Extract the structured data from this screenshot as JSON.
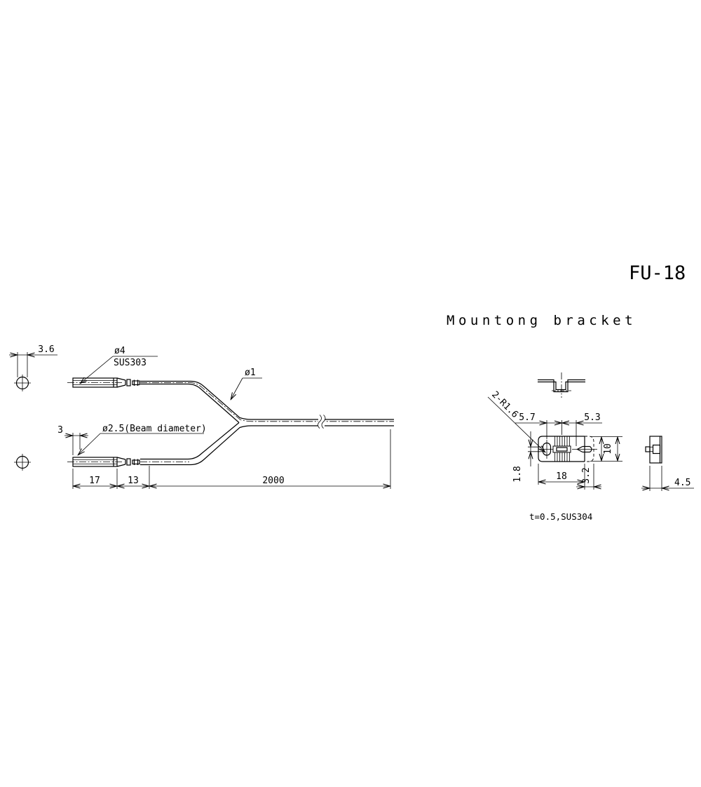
{
  "title": "FU-18",
  "subtitle": "Mountong bracket",
  "note": "t=0.5,SUS304",
  "colors": {
    "line": "#000000",
    "background": "#ffffff"
  },
  "fiber_unit": {
    "label_head_diameter": "ø4",
    "label_head_material": "SUS303",
    "label_cable_diameter": "ø1",
    "label_beam_diameter": "ø2.5(Beam diameter)",
    "dim_across_flats": "3.6",
    "dim_beam_offset": "3",
    "dim_head_length": "17",
    "dim_sleeve_length": "13",
    "dim_cable_length": "2000"
  },
  "bracket": {
    "label_slot_radius": "2-R1.6",
    "dim_left_pitch": "5.7",
    "dim_right_pitch": "5.3",
    "dim_height": "10",
    "dim_slot_width": "1.8",
    "dim_width": "18",
    "dim_bend_offset": "3.2",
    "dim_depth": "4.5"
  }
}
